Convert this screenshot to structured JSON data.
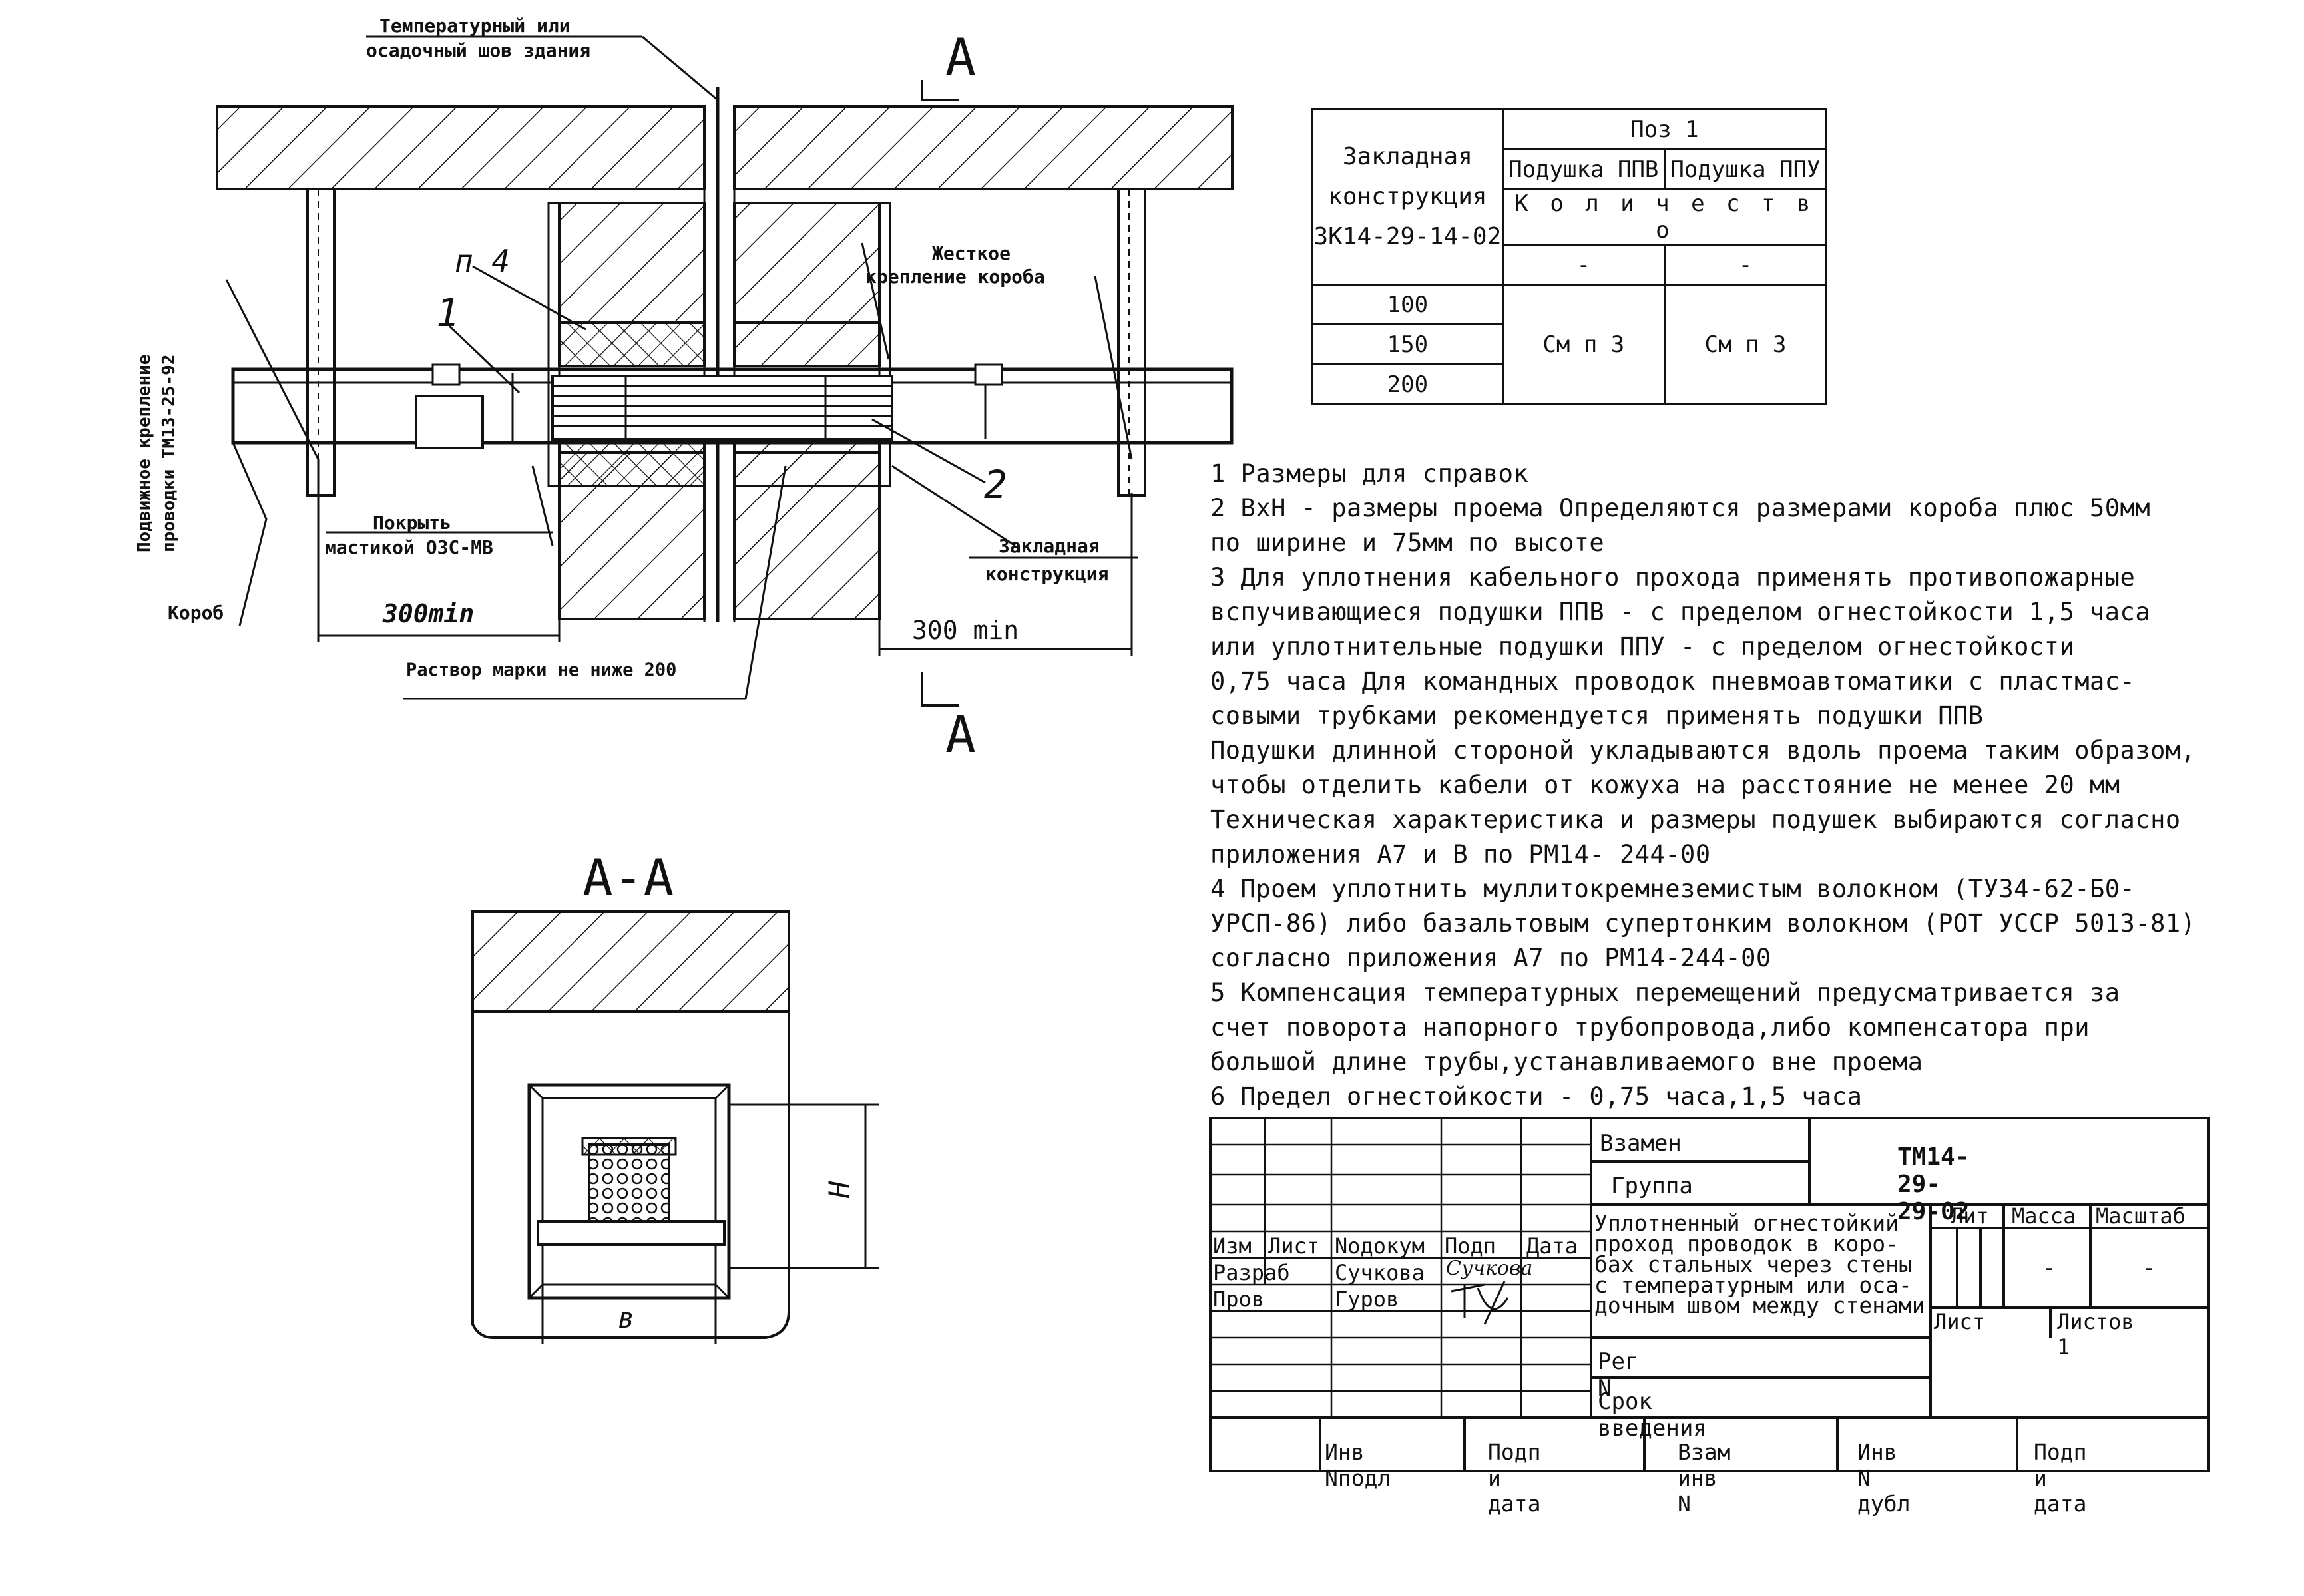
{
  "drawing": {
    "label_joint_1": "Температурный или",
    "label_joint_2": "осадочный шов здания",
    "section_mark_top": "А",
    "section_mark_bottom": "А",
    "label_rigid_1": "Жесткое",
    "label_rigid_2": "крепление короба",
    "label_mobile_1": "Подвижное крепление",
    "label_mobile_2": "проводки ТМ13-25-92",
    "label_p4": "п 4",
    "label_pos1": "1",
    "label_pos2": "2",
    "label_cover_1": "Покрыть",
    "label_cover_2": "мастикой ОЗС-МВ",
    "label_box": "Короб",
    "label_embedded_1": "Закладная",
    "label_embedded_2": "конструкция",
    "dim_left": "300min",
    "dim_right": "300 min",
    "label_mortar": "Раствор марки не ниже 200",
    "section_title": "А-А",
    "dim_h": "Н",
    "dim_b": "в"
  },
  "spec_table": {
    "h_embedded": [
      "Закладная",
      "конструкция",
      "ЗК14-29-14-02"
    ],
    "h_pos": "Поз 1",
    "h_ppv": "Подушка ППВ",
    "h_ppu": "Подушка ППУ",
    "h_qty": "К о л и ч е с т в о",
    "dash1": "-",
    "dash2": "-",
    "rows": [
      "100",
      "150",
      "200"
    ],
    "ppv_val": "См п 3",
    "ppu_val": "См п 3"
  },
  "notes": [
    "1  Размеры для справок",
    "2  ВхН - размеры проема Oпределяются размерами короба плюс 50мм",
    "по ширине и 75мм по высоте",
    "3  Для уплотнения кабельного прохода применять противопожарные",
    "вспучивающиеся подушки ППВ - с пределом огнестойкости 1,5 часа",
    "или уплотнительные подушки ППУ - с пределом огнестойкости",
    "0,75 часа  Для командных проводок пневмоавтоматики с пластмас-",
    "совыми трубками рекомендуется применять подушки ППВ",
    "Подушки длинной стороной укладываются вдоль проема таким образом,",
    "чтобы отделить кабели от кожуха на расстояние не менее 20 мм",
    "Техническая характеристика и размеры подушек выбираются согласно",
    "приложения А7 и В по РМ14- 244-00",
    "4  Проем уплотнить муллитокремнеземистым волокном (ТУ34-62-Б0-",
    "УРСП-86) либо базальтовым супертонким волокном (РОТ УССР 5013-81)",
    "согласно приложения А7 по РМ14-244-00",
    "5  Компенсация температурных перемещений предусматривается за",
    "счет поворота напорного трубопровода,либо компенсатора при",
    "большой длине трубы,устанавливаемого вне проема",
    "6  Предел огнестойкости - 0,75 часа,1,5 часа"
  ],
  "title_block": {
    "replace": "Взамен",
    "group": "Группа",
    "code": "ТМ14-29-29-02",
    "h_izm": "Изм",
    "h_list": "Лист",
    "h_ndoc": "Nодокум",
    "h_sign": "Подп",
    "h_date": "Дата",
    "r_dev": "Разраб",
    "r_dev_name": "Сучкова",
    "r_dev_sign": "Сучкова",
    "r_chk": "Пров",
    "r_chk_name": "Гуров",
    "title": [
      "Уплотненный огнестойкий",
      "проход проводок в коро-",
      "бах стальных через стены",
      "с температурным или оса-",
      "дочным швом между стенами"
    ],
    "lit": "Лит",
    "mass": "Масса",
    "scale": "Масштаб",
    "mass_val": "-",
    "scale_val": "-",
    "sheet": "Лист",
    "sheets": "Листов 1",
    "reg": "Рег N",
    "term": "Срок введения",
    "bottom": [
      "Инв Nподл",
      "Подп и дата",
      "Взам инв N",
      "Инв N дубл",
      "Подп и дата"
    ]
  }
}
